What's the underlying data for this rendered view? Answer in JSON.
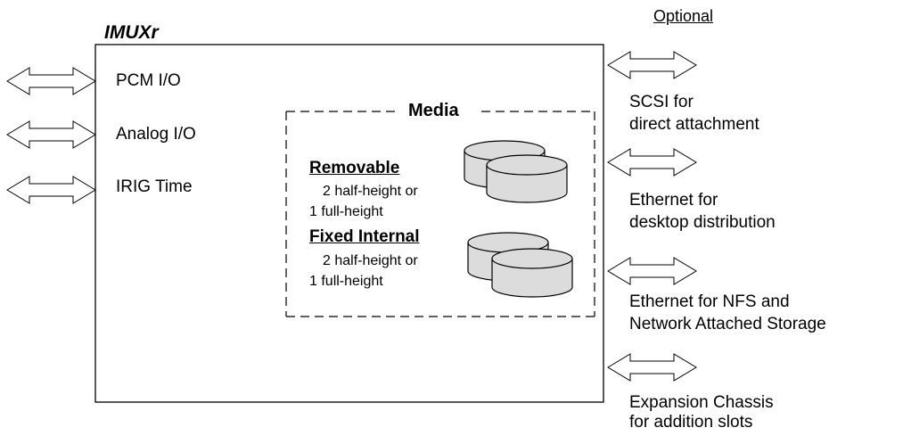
{
  "device": {
    "title": "IMUXr",
    "inputs": [
      "PCM I/O",
      "Analog I/O",
      "IRIG Time"
    ]
  },
  "media": {
    "title": "Media",
    "removable": {
      "heading": "Removable",
      "line1": "2 half-height or",
      "line2": "1 full-height"
    },
    "fixed": {
      "heading": "Fixed Internal",
      "line1": "2 half-height or",
      "line2": "1 full-height"
    }
  },
  "optional": {
    "heading": "Optional",
    "items": [
      {
        "line1": "SCSI for",
        "line2": "direct attachment"
      },
      {
        "line1": "Ethernet for",
        "line2": "desktop distribution"
      },
      {
        "line1": "Ethernet for NFS and",
        "line2": "Network Attached Storage"
      },
      {
        "line1": "Expansion Chassis",
        "line2": "for addition slots"
      }
    ]
  }
}
